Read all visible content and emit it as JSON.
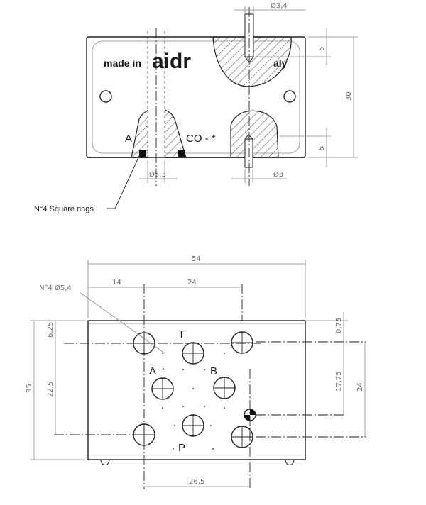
{
  "top_view": {
    "marking_line1_left": "made in",
    "marking_brand": "aidr",
    "marking_line1_right": "aly",
    "marking_line2_left": "A",
    "marking_line2_right": "CO - *",
    "dim_hole_top": "Ø3,4",
    "dim_height": "30",
    "dim_top_depth": "5",
    "dim_bottom_depth": "5",
    "dim_ring_bore": "Ø5,3",
    "dim_bottom_hole": "Ø3",
    "callout_rings": "N°4 Square rings"
  },
  "bottom_view": {
    "dim_width": "54",
    "dim_offset_x": "14",
    "dim_spacing_x": "24",
    "dim_height": "35",
    "dim_offset_y": "6,25",
    "dim_spacing_y": "22,5",
    "dim_right_top": "0,75",
    "dim_right_mid": "17,75",
    "dim_right_total": "24",
    "dim_bottom": "26,5",
    "callout_holes": "N°4 Ø5,4",
    "port_t": "T",
    "port_a": "A",
    "port_b": "B",
    "port_p": "P"
  }
}
